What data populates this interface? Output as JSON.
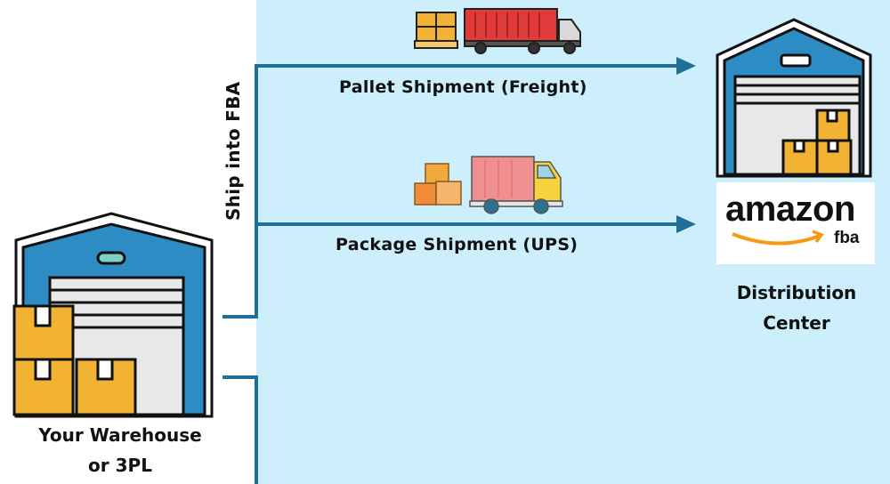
{
  "colors": {
    "panel_background": "#cdeefb",
    "arrow": "#1f6f97",
    "warehouse_blue": "#2e8cc4",
    "box_orange": "#f2b233",
    "truck_red": "#e03a3a",
    "amazon_smile": "#f39c12"
  },
  "diagram": {
    "vertical_label": "Ship into FBA",
    "routes": [
      {
        "label": "Pallet Shipment (Freight)",
        "icon": "freight-truck-icon"
      },
      {
        "label": "Package Shipment (UPS)",
        "icon": "delivery-truck-icon"
      }
    ],
    "source": {
      "caption_line1": "Your Warehouse",
      "caption_line2": "or 3PL",
      "icon": "warehouse-icon"
    },
    "destination": {
      "caption_line1": "Distribution",
      "caption_line2": "Center",
      "logo_word": "amazon",
      "logo_sub": "fba",
      "icon": "warehouse-icon"
    }
  }
}
